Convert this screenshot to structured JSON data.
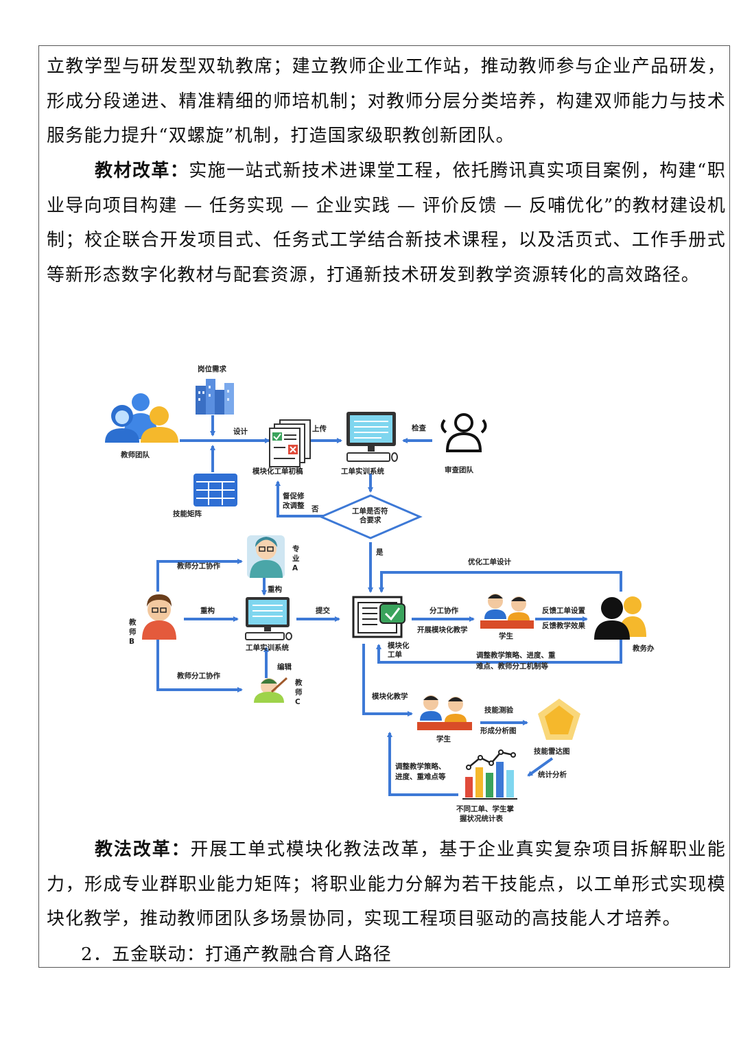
{
  "paragraphs": {
    "p1": "立教学型与研发型双轨教席；建立教师企业工作站，推动教师参与企业产品研发，形成分段递进、精准精细的师培机制；对教师分层分类培养，构建双师能力与技术服务能力提升“双螺旋”机制，打造国家级职教创新团队。",
    "p2_label": "教材改革：",
    "p2_body": "实施一站式新技术进课堂工程，依托腾讯真实项目案例，构建“职业导向项目构建 — 任务实现 — 企业实践 — 评价反馈 — 反哺优化”的教材建设机制；校企联合开发项目式、任务式工学结合新技术课程，以及活页式、工作手册式等新形态数字化教材与配套资源，打通新技术研发到教学资源转化的高效路径。",
    "p3_label": "教法改革：",
    "p3_body": "开展工单式模块化教法改革，基于企业真实复杂项目拆解职业能力，形成专业群职业能力矩阵；将职业能力分解为若干技能点，以工单形式实现模块化教学，推动教师团队多场景协同，实现工程项目驱动的高技能人才培养。",
    "heading": "2．五金联动：打通产教融合育人路径"
  },
  "diagram": {
    "gangwei": "岗位需求",
    "jiaoshi_tuandui": "教师团队",
    "sheji": "设计",
    "jinengjuzhen": "技能矩阵",
    "mokuai_chugao": "模块化工单初稿",
    "shangchuan": "上传",
    "shixun_top": "工单实训系统",
    "jiancha": "检查",
    "shencha": "审查团队",
    "xiugai1": "督促修",
    "xiugai2": "改调整",
    "fou": "否",
    "decision1": "工单是否符",
    "decision2": "合要求",
    "shi": "是",
    "fengong_top": "教师分工协作",
    "teacherA1": "专",
    "teacherA2": "业",
    "teacherA3": "A",
    "chongwei1": "重构",
    "teacherB1": "教",
    "teacherB2": "师",
    "teacherB3": "B",
    "chongwei2": "重构",
    "shixun_mid": "工单实训系统",
    "tijiao": "提交",
    "bianji": "编辑",
    "fengong_bot": "教师分工协作",
    "teacherC1": "教",
    "teacherC2": "师",
    "teacherC3": "C",
    "youhua": "优化工单设计",
    "mokuai_gongdan1": "模块化",
    "mokuai_gongdan2": "工单",
    "fengong_xz": "分工协作",
    "kaizhan": "开展模块化教学",
    "xuesheng1": "学生",
    "fankui1": "反馈工单设置",
    "fankui2": "反馈教学效果",
    "jiaowuchu": "教务办",
    "tiaozheng1": "调整教学策略、进度、重",
    "tiaozheng2": "难点、教师分工机制等",
    "mokuai_jiaoxue": "模块化教学",
    "jineng_ceshi": "技能测验",
    "xingcheng": "形成分析图",
    "xuesheng2": "学生",
    "leida": "技能雷达图",
    "tongji": "统计分析",
    "tiaozheng3": "调整教学策略、",
    "tiaozheng4": "进度、重难点等",
    "tongjibiao1": "不同工单、学生掌",
    "tongjibiao2": "握状况统计表"
  },
  "colors": {
    "arrow": "#3d79d6",
    "person": "#2c6fd0",
    "accent": "#f2b324"
  }
}
